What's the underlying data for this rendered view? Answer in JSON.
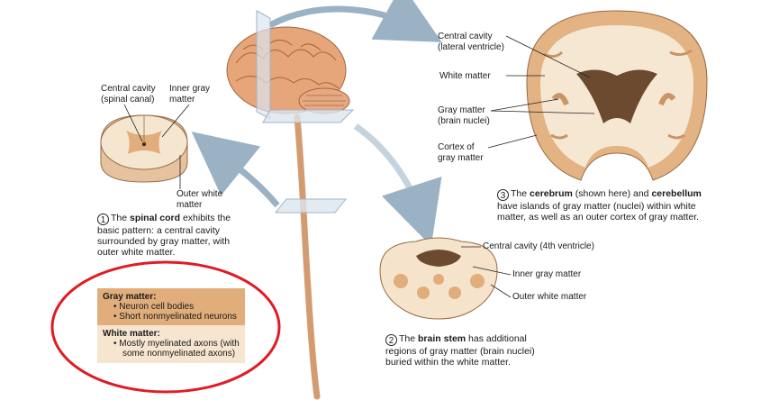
{
  "colors": {
    "gray_matter": "#e0ad7b",
    "white_matter": "#f6e5cf",
    "highlight_ring": "#e01b24",
    "arrow": "#9ab2c4"
  },
  "spinal_cord": {
    "label_cavity": [
      "Central cavity",
      "(spinal canal)"
    ],
    "label_inner": [
      "Inner gray",
      "matter"
    ],
    "label_outer": [
      "Outer white",
      "matter"
    ],
    "step_number": "1",
    "caption_bold": "spinal cord",
    "caption_pre": "The ",
    "caption_post": " exhibits the",
    "caption_lines": [
      "basic pattern: a central cavity",
      "surrounded by gray matter, with",
      "outer white matter."
    ]
  },
  "brain_stem": {
    "label_cavity": "Central cavity (4th ventricle)",
    "label_inner": "Inner gray matter",
    "label_outer": "Outer white matter",
    "step_number": "2",
    "caption_pre": "The ",
    "caption_bold": "brain stem",
    "caption_post": " has additional",
    "caption_lines": [
      "regions of gray matter (brain nuclei)",
      "buried within the white matter."
    ]
  },
  "cerebrum": {
    "label_cavity": [
      "Central cavity",
      "(lateral ventricle)"
    ],
    "label_white": "White matter",
    "label_gray": [
      "Gray matter",
      "(brain nuclei)"
    ],
    "label_cortex": [
      "Cortex of",
      "gray matter"
    ],
    "step_number": "3",
    "caption_pre": "The ",
    "caption_bold1": "cerebrum",
    "caption_mid": " (shown here) and ",
    "caption_bold2": "cerebellum",
    "caption_lines": [
      "have islands of gray matter (nuclei) within white",
      "matter, as well as an outer cortex of gray matter."
    ]
  },
  "legend": {
    "gray_title": "Gray matter:",
    "gray_items": [
      "Neuron cell bodies",
      "Short nonmyelinated neurons"
    ],
    "white_title": "White matter:",
    "white_items": [
      "Mostly myelinated axons (with",
      "some nonmyelinated axons)"
    ]
  }
}
